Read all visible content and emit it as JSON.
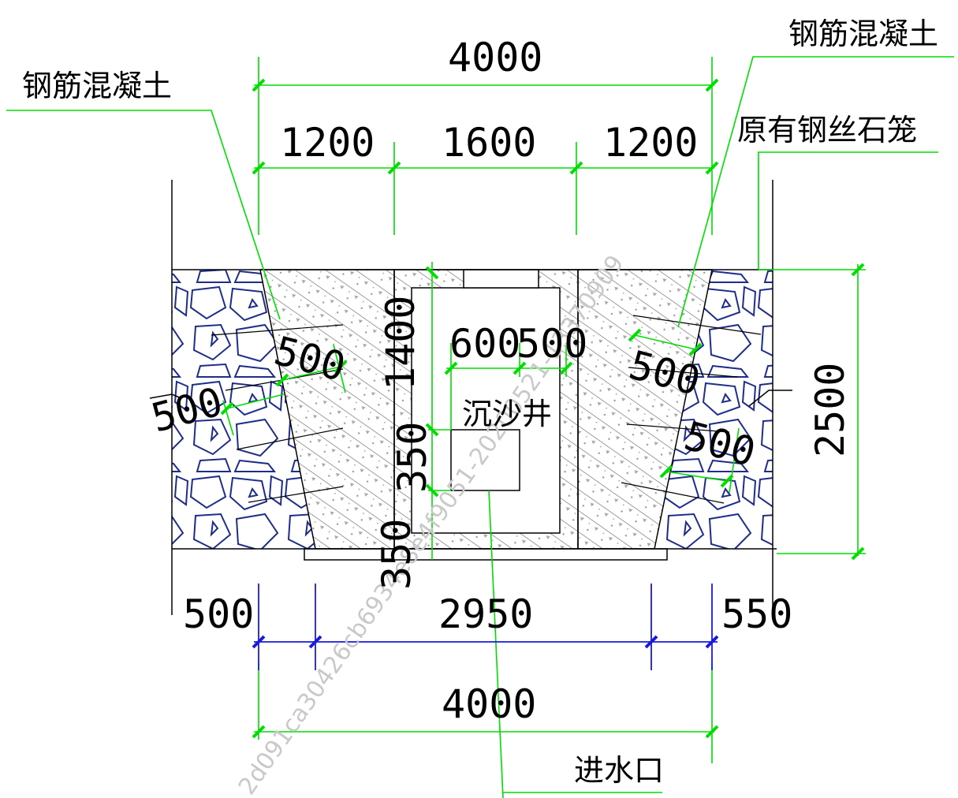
{
  "labels": {
    "rc_left": "钢筋混凝土",
    "rc_right": "钢筋混凝土",
    "gabion": "原有钢丝石笼",
    "well": "沉沙井",
    "inlet": "进水口"
  },
  "dims": {
    "top_total": "4000",
    "top_left": "1200",
    "top_mid": "1600",
    "top_right": "1200",
    "right_height": "2500",
    "inner_1400": "1400",
    "inner_600": "600",
    "inner_500": "500",
    "inner_350": "350",
    "wall_500_a": "500",
    "wall_500_b": "500",
    "wall_500_c": "500",
    "wall_500_d": "500",
    "base_350": "350",
    "bottom_left": "500",
    "bottom_mid": "2950",
    "bottom_right": "550",
    "bottom_total": "4000"
  },
  "watermark": "2d091ca30426cb6934e8e4f9051-20200521-13370909",
  "colors": {
    "dimension_line": "#00dd00",
    "bottom_dimension": "#1a1adb",
    "gabion_stone": "#1e2d8a",
    "hatch": "#707070",
    "outline": "#000000"
  }
}
